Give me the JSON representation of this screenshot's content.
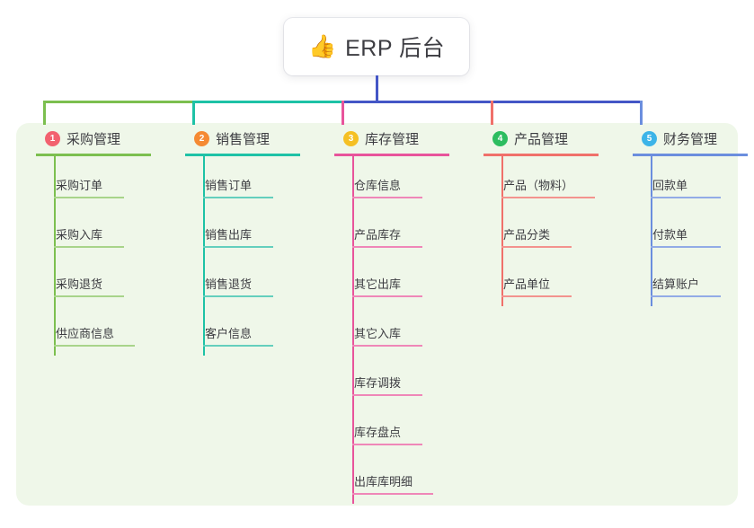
{
  "root": {
    "icon": "thumbs-up-icon",
    "emoji": "👍",
    "label": "ERP 后台"
  },
  "palette": {
    "panel_bg": "#eff7e9",
    "page_bg": "#ffffff",
    "text": "#3d3d42",
    "trunk": "#4456c6",
    "green": "#7cbf4f",
    "teal": "#1ec2a6",
    "pink": "#e8549b",
    "salmon": "#f0706a",
    "blue": "#6b8ede"
  },
  "columns": [
    {
      "index": "1",
      "badge_color": "#f2616f",
      "line_color": "#7cbf4f",
      "leaf_line_color": "#a8d48a",
      "connector_color": "#7cbf4f",
      "title": "采购管理",
      "items": [
        "采购订单",
        "采购入库",
        "采购退货",
        "供应商信息"
      ]
    },
    {
      "index": "2",
      "badge_color": "#f58a33",
      "line_color": "#1ec2a6",
      "leaf_line_color": "#64cfbd",
      "connector_color": "#1ec2a6",
      "title": "销售管理",
      "items": [
        "销售订单",
        "销售出库",
        "销售退货",
        "客户信息"
      ]
    },
    {
      "index": "3",
      "badge_color": "#f5c024",
      "line_color": "#e8549b",
      "leaf_line_color": "#ef87b8",
      "connector_color": "#e8549b",
      "title": "库存管理",
      "items": [
        "仓库信息",
        "产品库存",
        "其它出库",
        "其它入库",
        "库存调拨",
        "库存盘点",
        "出库库明细"
      ]
    },
    {
      "index": "4",
      "badge_color": "#2dbd60",
      "line_color": "#f0706a",
      "leaf_line_color": "#f3938e",
      "connector_color": "#f0706a",
      "title": "产品管理",
      "items": [
        "产品（物料）",
        "产品分类",
        "产品单位"
      ]
    },
    {
      "index": "5",
      "badge_color": "#3cb4e8",
      "line_color": "#6b8ede",
      "leaf_line_color": "#92abe6",
      "connector_color": "#6b8ede",
      "title": "财务管理",
      "items": [
        "回款单",
        "付款单",
        "结算账户"
      ]
    }
  ]
}
